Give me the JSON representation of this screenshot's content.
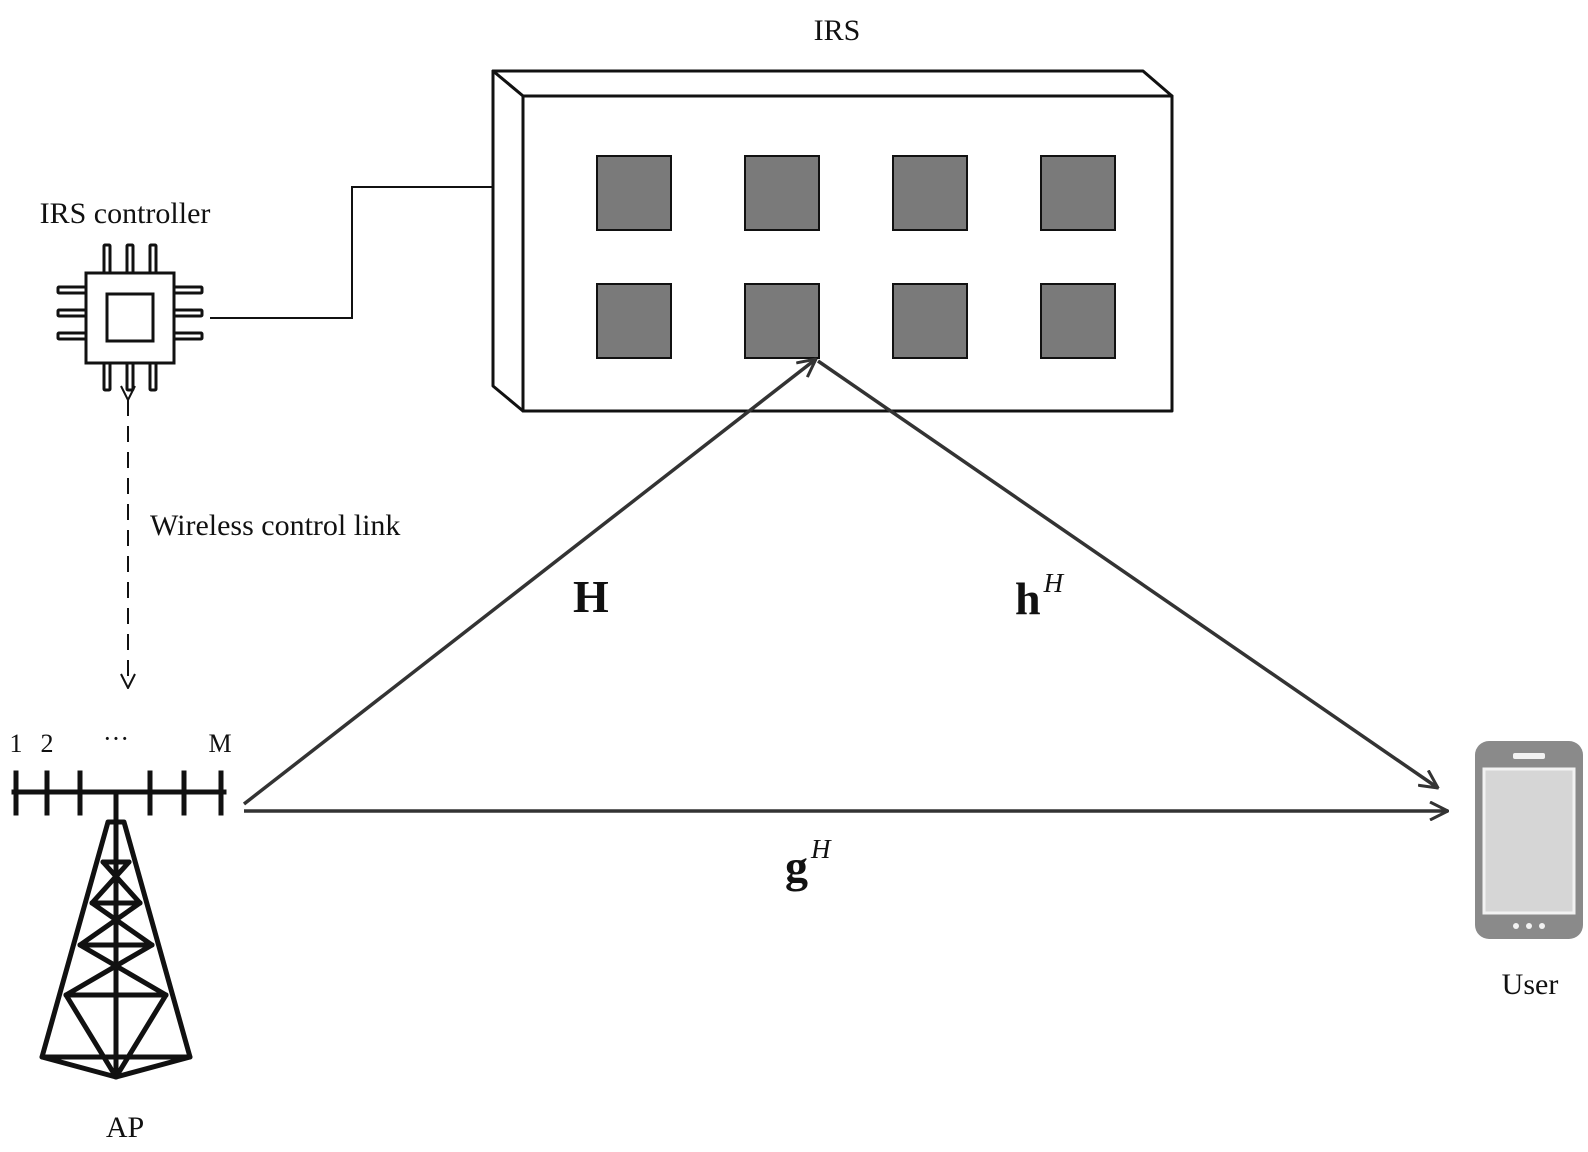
{
  "labels": {
    "irs": "IRS",
    "irs_controller": "IRS controller",
    "wireless_control_link": "Wireless control link",
    "ap": "AP",
    "user": "User",
    "antenna_1": "1",
    "antenna_2": "2",
    "antenna_dots": "···",
    "antenna_m": "M"
  },
  "channels": {
    "ap_to_irs": {
      "symbol": "H",
      "superscript": ""
    },
    "irs_to_user": {
      "symbol": "h",
      "superscript": "H"
    },
    "ap_to_user": {
      "symbol": "g",
      "superscript": "H"
    }
  },
  "irs_panel": {
    "rows": 2,
    "columns": 4
  },
  "colors": {
    "line": "#111111",
    "arrow": "#333333",
    "irs_element": "#7a7a7a",
    "phone_body": "#8a8a8a",
    "phone_screen": "#d6d6d6"
  }
}
